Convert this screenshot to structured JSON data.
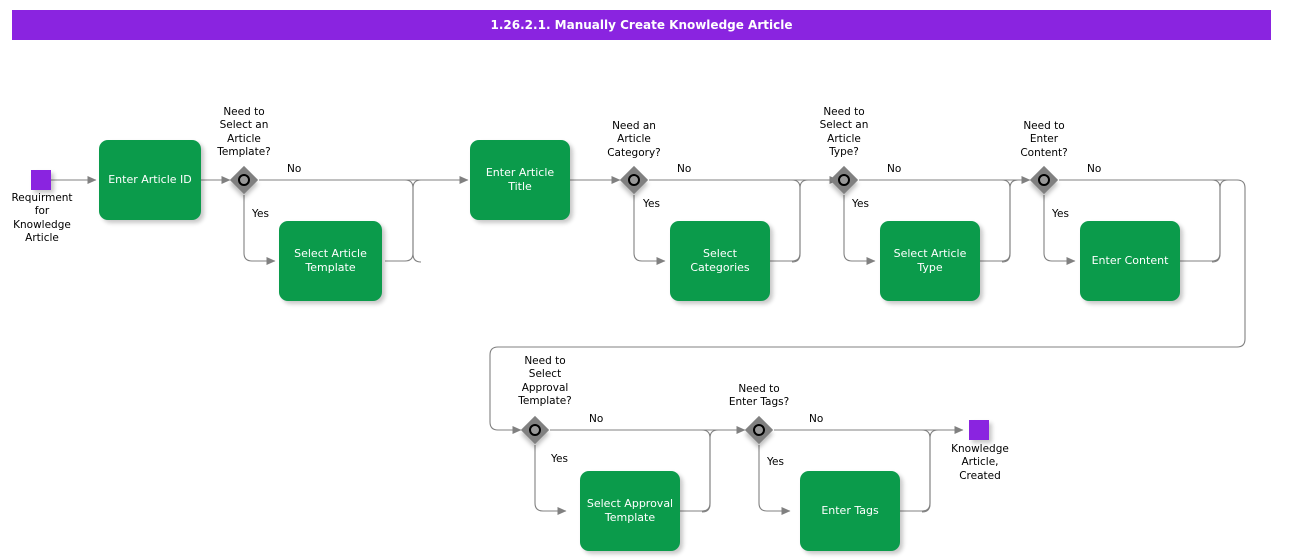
{
  "diagram": {
    "title": "1.26.2.1. Manually Create Knowledge Article",
    "accent_color": "#8A24E0",
    "task_color": "#0B9B4B",
    "gateway_color": "#808080"
  },
  "events": {
    "start": {
      "name": "start-event",
      "label": "Requirment\nfor\nKnowledge\nArticle"
    },
    "end": {
      "name": "end-event",
      "label": "Knowledge\nArticle,\nCreated"
    }
  },
  "tasks": [
    {
      "id": "enter-article-id",
      "label": "Enter Article ID"
    },
    {
      "id": "select-article-template",
      "label": "Select Article\nTemplate"
    },
    {
      "id": "enter-article-title",
      "label": "Enter Article\nTitle"
    },
    {
      "id": "select-categories",
      "label": "Select\nCategories"
    },
    {
      "id": "select-article-type",
      "label": "Select Article\nType"
    },
    {
      "id": "enter-content",
      "label": "Enter Content"
    },
    {
      "id": "select-approval-template",
      "label": "Select Approval\nTemplate"
    },
    {
      "id": "enter-tags",
      "label": "Enter Tags"
    }
  ],
  "gateways": [
    {
      "id": "gw-article-template",
      "label": "Need to\nSelect an\nArticle\nTemplate?"
    },
    {
      "id": "gw-article-category",
      "label": "Need an\nArticle\nCategory?"
    },
    {
      "id": "gw-article-type",
      "label": "Need to\nSelect an\nArticle\nType?"
    },
    {
      "id": "gw-enter-content",
      "label": "Need to\nEnter\nContent?"
    },
    {
      "id": "gw-approval-template",
      "label": "Need to\nSelect\nApproval\nTemplate?"
    },
    {
      "id": "gw-enter-tags",
      "label": "Need to\nEnter Tags?"
    }
  ],
  "edge_labels": {
    "no1": "No",
    "yes1": "Yes",
    "no2": "No",
    "yes2": "Yes",
    "no3": "No",
    "yes3": "Yes",
    "no4": "No",
    "yes4": "Yes",
    "no5": "No",
    "yes5": "Yes",
    "no6": "No",
    "yes6": "Yes"
  }
}
